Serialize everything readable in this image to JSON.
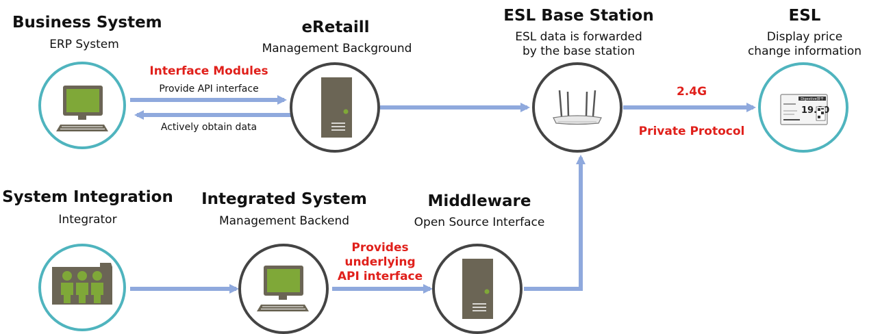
{
  "nodes": {
    "business": {
      "title": "Business System",
      "subtitle": "ERP System"
    },
    "eretail": {
      "title": "eRetaill",
      "subtitle": "Management Background"
    },
    "base_station": {
      "title": "ESL Base Station",
      "subtitle_line1": "ESL data is forwarded",
      "subtitle_line2": "by the base station"
    },
    "esl": {
      "title": "ESL",
      "subtitle_line1": "Display price",
      "subtitle_line2": "change information",
      "tag_header": "Digestive饼干",
      "tag_price": "19.80"
    },
    "integration": {
      "title": "System Integration",
      "subtitle": "Integrator"
    },
    "integrated": {
      "title": "Integrated System",
      "subtitle": "Management Backend"
    },
    "middleware": {
      "title": "Middleware",
      "subtitle": "Open Source Interface"
    }
  },
  "connections": {
    "interface_modules": "Interface Modules",
    "provide_api": "Provide API interface",
    "actively_obtain": "Actively obtain data",
    "freq": "2.4G",
    "private_protocol": "Private Protocol",
    "provides_line1": "Provides",
    "provides_line2": "underlying",
    "provides_line3": "API interface"
  },
  "colors": {
    "circle_stroke": "#4fb4be",
    "circle_stroke_dark": "#444444",
    "arrow": "#8fa9dd",
    "screen": "#7fa838",
    "device": "#6b6555",
    "accent_red": "#e0201b"
  }
}
